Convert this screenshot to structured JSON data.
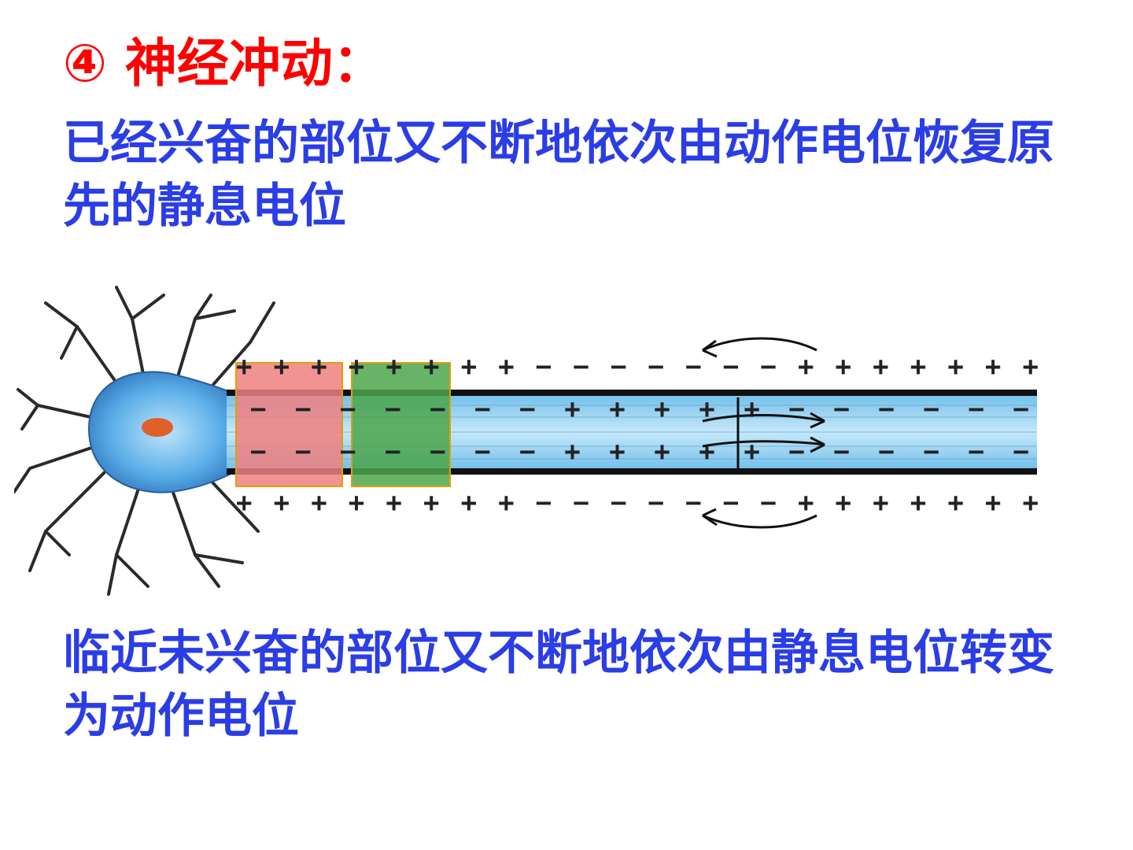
{
  "title": "④ 神经冲动：",
  "paragraph_top": "已经兴奋的部位又不断地依次由动作电位恢复原先的静息电位",
  "paragraph_bottom": "临近未兴奋的部位又不断地依次由静息电位转变为动作电位",
  "colors": {
    "title": "#ff0000",
    "text": "#2a3de6",
    "axon_fill": "#8fd0f4",
    "cell_body": "#4aa3e6",
    "nucleus": "#e0602a",
    "highlight_red": "#f08080",
    "highlight_green": "#4ca64c"
  },
  "diagram": {
    "outer_top_charges": "++++++++−−−−−−−+++++++",
    "inner_top_charges": "−−−−−−−+++++−−−−−−",
    "inner_bottom_charges": "−−−−−−−+++++−−−−−−",
    "outer_bottom_charges": "++++++++−−−−−−−+++++++",
    "icons": [
      "neuron-cell-body",
      "current-arrow-left",
      "current-arrow-right"
    ]
  }
}
